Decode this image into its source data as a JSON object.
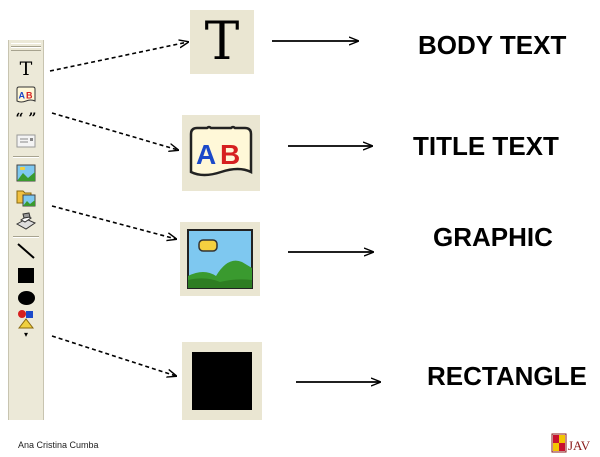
{
  "toolbar": {
    "tools": [
      {
        "icon": "text-tool-icon",
        "glyph": "T"
      },
      {
        "icon": "title-text-tool-icon",
        "glyph": "AB"
      },
      {
        "icon": "quote-tool-icon",
        "glyph": "“ ”"
      },
      {
        "icon": "text-frame-tool-icon"
      },
      {
        "icon": "picture-tool-icon"
      },
      {
        "icon": "picture-frame-tool-icon"
      },
      {
        "icon": "scanner-tool-icon"
      },
      {
        "icon": "line-tool-icon"
      },
      {
        "icon": "rectangle-tool-icon"
      },
      {
        "icon": "oval-tool-icon"
      },
      {
        "icon": "shapes-tool-icon"
      }
    ]
  },
  "callouts": [
    {
      "icon": "body-text-icon",
      "glyph": "T",
      "label": "BODY TEXT"
    },
    {
      "icon": "title-text-icon",
      "glyph": "AB",
      "label": "TITLE TEXT"
    },
    {
      "icon": "graphic-icon",
      "label": "GRAPHIC"
    },
    {
      "icon": "rectangle-icon",
      "label": "RECTANGLE"
    }
  ],
  "footer": {
    "author": "Ana Cristina Cumba"
  },
  "logo": {
    "text": "JAV"
  },
  "colors": {
    "toolbar": "#ece9d8",
    "icon_bg": "#eae6d2",
    "title_red": "#d62020",
    "title_blue": "#1b49c9"
  }
}
